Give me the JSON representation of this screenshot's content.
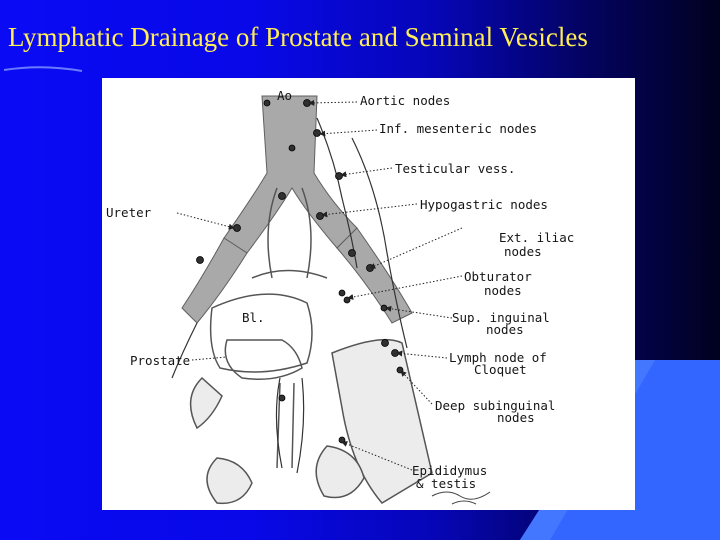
{
  "slide": {
    "title": "Lymphatic Drainage of Prostate and Seminal Vesicles",
    "title_color": "#ffee55",
    "background_colors": [
      "#0a0af5",
      "#03035e"
    ],
    "accent_color": "#3366ff"
  },
  "figure": {
    "labels": {
      "ao": "Ao",
      "aortic_nodes": "Aortic nodes",
      "inf_mesenteric_nodes": "Inf. mesenteric nodes",
      "testicular_vess": "Testicular vess.",
      "ureter": "Ureter",
      "hypogastric_nodes": "Hypogastric nodes",
      "ext_iliac_line1": "Ext. iliac",
      "ext_iliac_line2": "nodes",
      "obturator_line1": "Obturator",
      "obturator_line2": "nodes",
      "sup_inguinal_line1": "Sup. inguinal",
      "sup_inguinal_line2": "nodes",
      "bl": "Bl.",
      "prostate": "Prostate",
      "cloquet_line1": "Lymph node of",
      "cloquet_line2": "Cloquet",
      "deep_subinguinal_line1": "Deep subinguinal",
      "deep_subinguinal_line2": "nodes",
      "epididymus_line1": "Epididymus",
      "epididymus_line2": "& testis"
    }
  }
}
